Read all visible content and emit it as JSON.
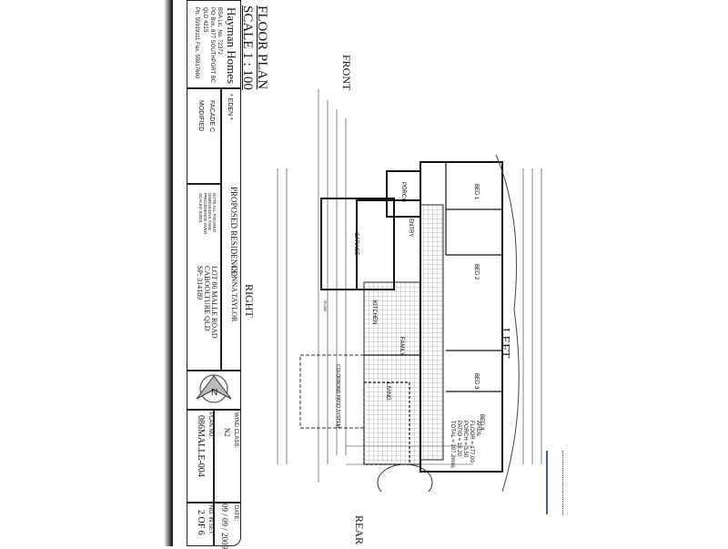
{
  "title_block": {
    "company": "Hayman Homes",
    "company_details": [
      "BSA Lic. No. 72372",
      "PO Box, 877 SOUTHPORT BC",
      "QLD 4215",
      "Ph. 55919111     Fax. 55917660"
    ],
    "design": "* EDEN *",
    "facade": "FACADE C",
    "modified": "MODIFIED",
    "note": [
      "NOTE ALL FIGURED",
      "DIMENSIONS TAKE",
      "PRECEDENCE OVER",
      "SCALED SIZES."
    ],
    "proposed_label": "PROPOSED RESIDENCE:",
    "client": "DONNA TAYLOR",
    "address": [
      "LOT 86 MALLE ROAD",
      "CABOOLTURE  QLD",
      "SP: 314189"
    ],
    "wind_class_label": "WIND CLASS:",
    "wind_class": "N2",
    "plan_no_label": "PLAN NO.:",
    "plan_no": "086MALLE-004",
    "date_label": "DATE:",
    "date": "09 / 09 / 2009",
    "set_label": "NO. IN SET:",
    "set": "2 OF 6",
    "north_icon": "north-arrow"
  },
  "drawing": {
    "title": "FLOOR PLAN",
    "scale": "SCALE 1 : 100",
    "sides": {
      "front": "FRONT",
      "right": "RIGHT",
      "left": "LEFT",
      "rear": "REAR"
    },
    "rooms": [
      "BED 1",
      "BED 2",
      "BED 3",
      "BED 4",
      "GARAGE",
      "PORCH",
      "ENTRY",
      "KITCHEN",
      "FAMILY",
      "LIVING",
      "COLORBOND PATIO SYSTEM"
    ],
    "area": [
      "AREA:",
      "FLOOR = 177.00",
      "PORCH = 3.50",
      "PATIO = 16.20",
      "TOTAL = 197.2msq"
    ],
    "overall_dim": "20,300"
  }
}
